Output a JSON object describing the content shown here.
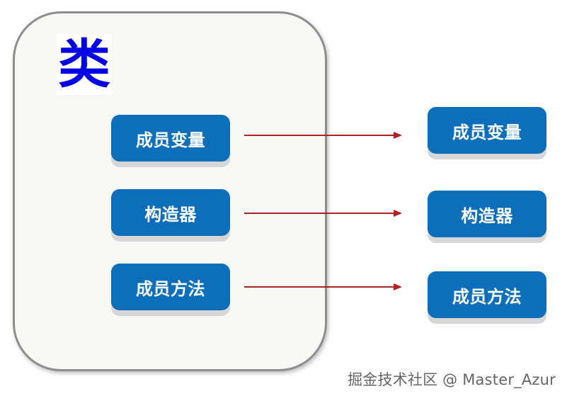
{
  "diagram": {
    "class_title": "类",
    "left_boxes": [
      {
        "label": "成员变量"
      },
      {
        "label": "构造器"
      },
      {
        "label": "成员方法"
      }
    ],
    "right_boxes": [
      {
        "label": "成员变量"
      },
      {
        "label": "构造器"
      },
      {
        "label": "成员方法"
      }
    ]
  },
  "watermark": {
    "text": "掘金技术社区 @ Master_Azur"
  },
  "colors": {
    "box_fill": "#0d6fba",
    "class_title": "#0000e6",
    "arrow": "#b22222",
    "container_border": "#8e8e8e"
  }
}
